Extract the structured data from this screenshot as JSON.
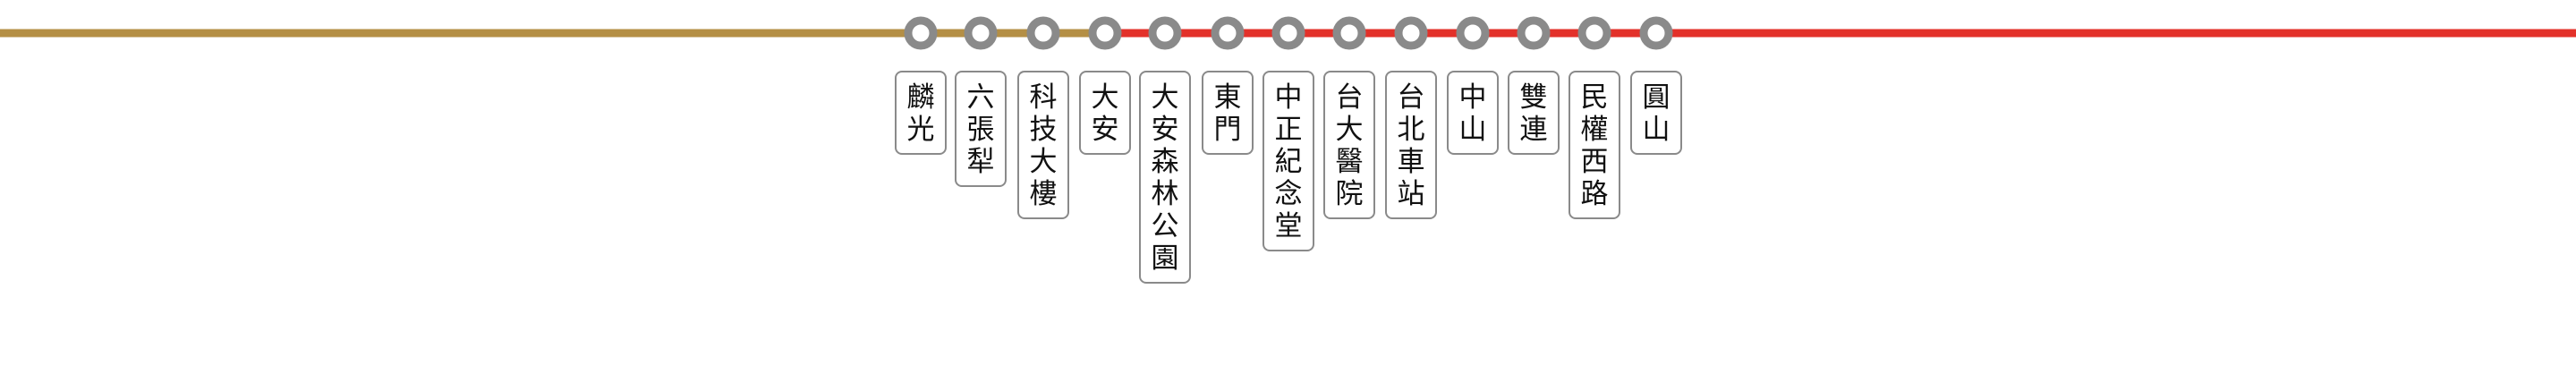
{
  "line_colors": {
    "wenhu_brown": "#b48f45",
    "tamsui_xinyi_red": "#e3312a",
    "station_stroke": "#8a8a8a"
  },
  "stations": [
    {
      "name": "麟光",
      "line": "wenhu_brown"
    },
    {
      "name": "六張犁",
      "line": "wenhu_brown"
    },
    {
      "name": "科技大樓",
      "line": "wenhu_brown"
    },
    {
      "name": "大安",
      "line": "tamsui_xinyi_red"
    },
    {
      "name": "大安森林公園",
      "line": "tamsui_xinyi_red"
    },
    {
      "name": "東門",
      "line": "tamsui_xinyi_red"
    },
    {
      "name": "中正紀念堂",
      "line": "tamsui_xinyi_red"
    },
    {
      "name": "台大醫院",
      "line": "tamsui_xinyi_red"
    },
    {
      "name": "台北車站",
      "line": "tamsui_xinyi_red"
    },
    {
      "name": "中山",
      "line": "tamsui_xinyi_red"
    },
    {
      "name": "雙連",
      "line": "tamsui_xinyi_red"
    },
    {
      "name": "民權西路",
      "line": "tamsui_xinyi_red"
    },
    {
      "name": "圓山",
      "line": "tamsui_xinyi_red"
    }
  ]
}
